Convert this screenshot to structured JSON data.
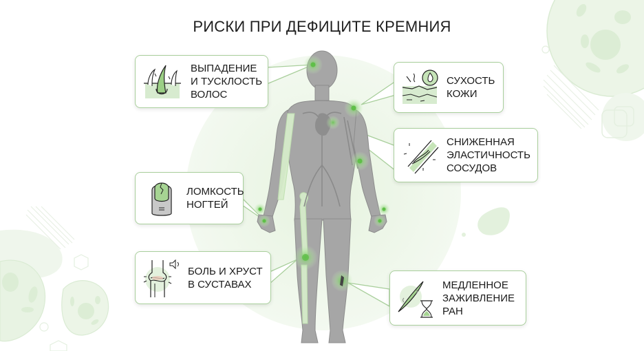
{
  "title": "РИСКИ ПРИ ДЕФИЦИТЕ КРЕМНИЯ",
  "colors": {
    "accent": "#7dc46a",
    "accent_light": "#d7ebcf",
    "border": "#a9cf9c",
    "body": "#a4a4a4",
    "text": "#1a1a1a"
  },
  "callouts": [
    {
      "id": "hair",
      "icon": "hair-follicle-icon",
      "lines": [
        "ВЫПАДЕНИЕ",
        "И ТУСКЛОСТЬ",
        "ВОЛОС"
      ],
      "target": "head"
    },
    {
      "id": "skin",
      "icon": "dry-skin-drop-icon",
      "lines": [
        "СУХОСТЬ",
        "КОЖИ"
      ],
      "target": "shoulder"
    },
    {
      "id": "vessels",
      "icon": "blood-vessel-icon",
      "lines": [
        "СНИЖЕННАЯ",
        "ЭЛАСТИЧНОСТЬ",
        "СОСУДОВ"
      ],
      "target": "heart"
    },
    {
      "id": "nails",
      "icon": "cracked-nail-icon",
      "lines": [
        "ЛОМКОСТЬ",
        "НОГТЕЙ"
      ],
      "target": "fingers"
    },
    {
      "id": "joints",
      "icon": "knee-joint-sound-icon",
      "lines": [
        "БОЛЬ И ХРУСТ",
        "В СУСТАВАХ"
      ],
      "target": "knee"
    },
    {
      "id": "wounds",
      "icon": "wound-hourglass-icon",
      "lines": [
        "МЕДЛЕННОЕ",
        "ЗАЖИВЛЕНИЕ",
        "РАН"
      ],
      "target": "shin"
    }
  ]
}
